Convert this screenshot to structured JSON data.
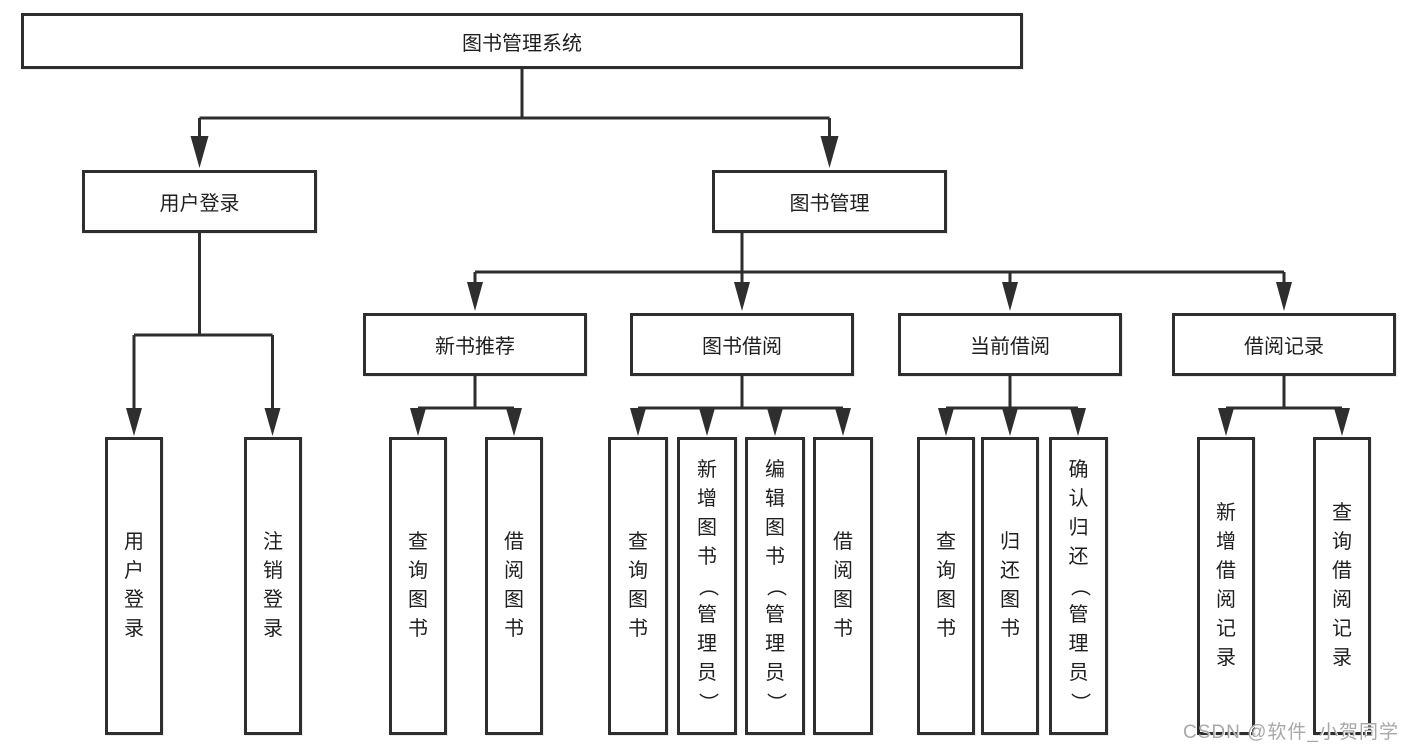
{
  "diagram": {
    "title": "图书管理系统",
    "level2": {
      "user_login": "用户登录",
      "book_management": "图书管理"
    },
    "level3": {
      "new_book": "新书推荐",
      "book_borrow": "图书借阅",
      "current_borrow": "当前借阅",
      "borrow_records": "借阅记录"
    },
    "leaves": {
      "user_login": [
        "用户登录",
        "注销登录"
      ],
      "new_book": [
        "查询图书",
        "借阅图书"
      ],
      "book_borrow": [
        "查询图书",
        "新增图书（管理员）",
        "编辑图书（管理员）",
        "借阅图书"
      ],
      "current_borrow": [
        "查询图书",
        "归还图书",
        "确认归还（管理员）"
      ],
      "borrow_records": [
        "新增借阅记录",
        "查询借阅记录"
      ]
    }
  },
  "watermark": "CSDN @软件_小贺同学",
  "colors": {
    "line": "#2e2e2e",
    "text": "#1f1f1f",
    "watermark": "#a8a8a8",
    "background": "#ffffff"
  }
}
